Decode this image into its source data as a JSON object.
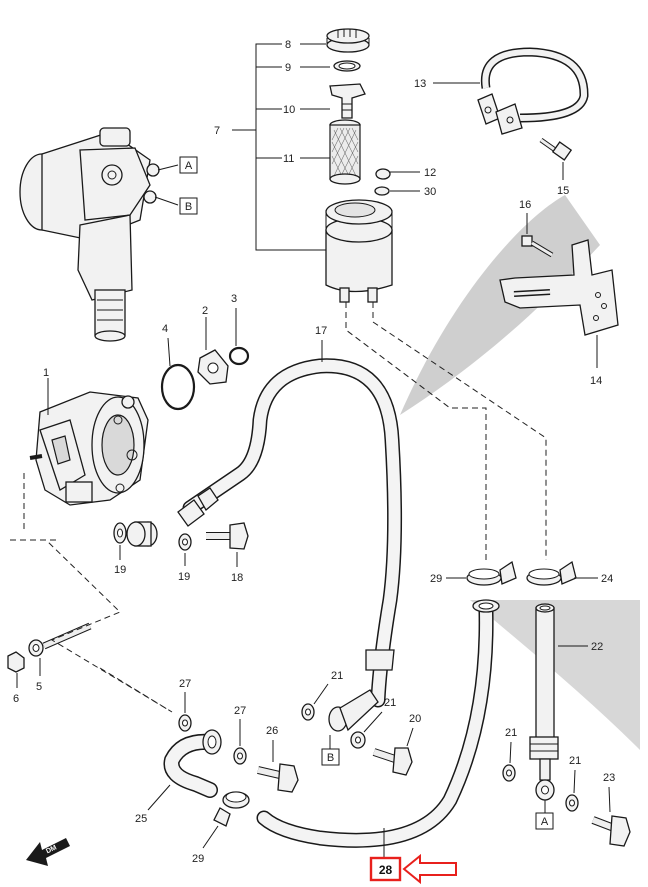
{
  "callouts": {
    "c1": "1",
    "c2": "2",
    "c3": "3",
    "c4": "4",
    "c5": "5",
    "c6": "6",
    "c7": "7",
    "c8": "8",
    "c9": "9",
    "c10": "10",
    "c11": "11",
    "c12": "12",
    "c13": "13",
    "c14": "14",
    "c15": "15",
    "c16": "16",
    "c17": "17",
    "c18": "18",
    "c19a": "19",
    "c19b": "19",
    "c20": "20",
    "c21a": "21",
    "c21b": "21",
    "c21c": "21",
    "c21d": "21",
    "c22": "22",
    "c23": "23",
    "c24": "24",
    "c25": "25",
    "c26": "26",
    "c27a": "27",
    "c27b": "27",
    "c28": "28",
    "c29a": "29",
    "c29b": "29",
    "c30": "30"
  },
  "box_labels": {
    "a_top": "A",
    "b_top": "B",
    "b_bottom": "B",
    "a_bottom": "A"
  },
  "highlight": {
    "part_number": "28",
    "box_color": "#e8201c",
    "arrow_color": "#e8201c"
  },
  "front_marker": "DM",
  "colors": {
    "watermark": "#c9c9c9",
    "line": "#1a1a1a"
  }
}
